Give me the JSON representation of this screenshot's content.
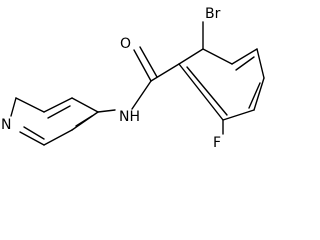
{
  "molecule": {
    "atoms": {
      "bromine": "Br",
      "oxygen": "O",
      "nitrogen_amide": "NH",
      "nitrogen_pyridine": "N",
      "fluorine": "F"
    },
    "colors": {
      "bond": "#000000",
      "label": "#000000",
      "background": "#ffffff"
    }
  }
}
